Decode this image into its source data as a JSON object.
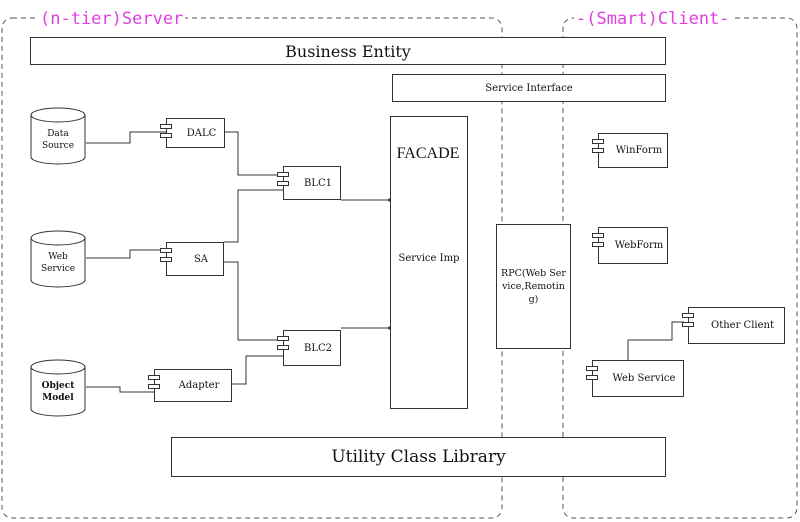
{
  "regions": {
    "server_title": "(n-tier)Server",
    "client_title": "-(Smart)Client-"
  },
  "bars": {
    "business_entity": "Business Entity",
    "service_interface": "Service Interface",
    "utility_class_library": "Utility Class Library"
  },
  "datasources": {
    "data_source": "Data\nSource",
    "web_service": "Web\nService",
    "object_model": "Object\nModel"
  },
  "components": {
    "dalc": "DALC",
    "sa": "SA",
    "adapter": "Adapter",
    "blc1": "BLC1",
    "blc2": "BLC2",
    "winform": "WinForm",
    "webform": "WebForm",
    "other_client": "Other Client",
    "web_service_client": "Web Service"
  },
  "facade": {
    "title": "FACADE",
    "label": "Service Imp"
  },
  "rpc": {
    "label": "RPC(Web Service,Remoting)"
  },
  "colors": {
    "region_title": "#e040e0",
    "outline": "#333333"
  }
}
